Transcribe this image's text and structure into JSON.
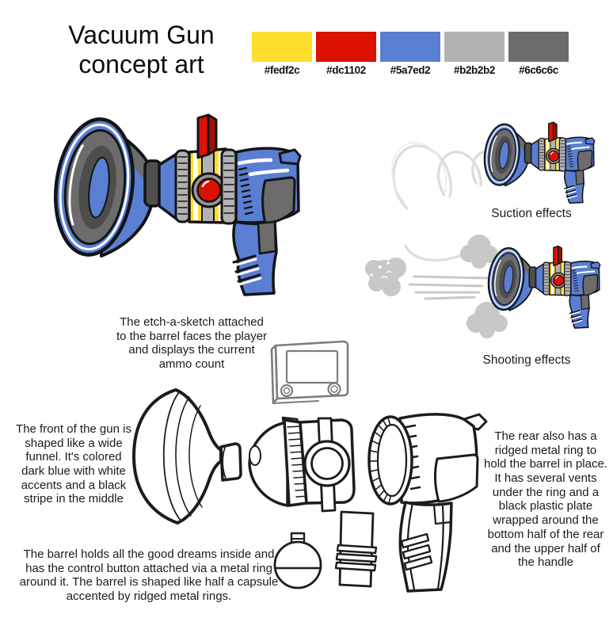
{
  "title": {
    "line1": "Vacuum Gun",
    "line2": "concept art"
  },
  "palette": [
    {
      "label": "#fedf2c",
      "color": "#fedf2c"
    },
    {
      "label": "#dc1102",
      "color": "#dc1102"
    },
    {
      "label": "#5a7ed2",
      "color": "#5a7ed2"
    },
    {
      "label": "#b2b2b2",
      "color": "#b2b2b2"
    },
    {
      "label": "#6c6c6c",
      "color": "#6c6c6c"
    }
  ],
  "effects": {
    "suction": "Suction effects",
    "shooting": "Shooting effects"
  },
  "annotations": {
    "etch": "The etch-a-sketch attached to the barrel faces the player and displays the current ammo count",
    "front": "The front of the gun is shaped like a wide funnel. It's colored dark blue with white accents and a black stripe in the middle",
    "barrel": "The barrel holds all the good dreams inside and has the control button attached via a metal ring around it. The barrel is shaped like half a capsule accented by ridged metal rings.",
    "rear": "The rear also has a ridged metal ring to hold the barrel in place. It has several vents under the ring and a black plastic plate wrapped around the bottom half of the rear and the upper half of the handle"
  },
  "colors": {
    "yellow": "#fedf2c",
    "red": "#dc1102",
    "blue": "#5a7ed2",
    "light_gray": "#b2b2b2",
    "dark_gray": "#6c6c6c",
    "background": "#ffffff"
  }
}
